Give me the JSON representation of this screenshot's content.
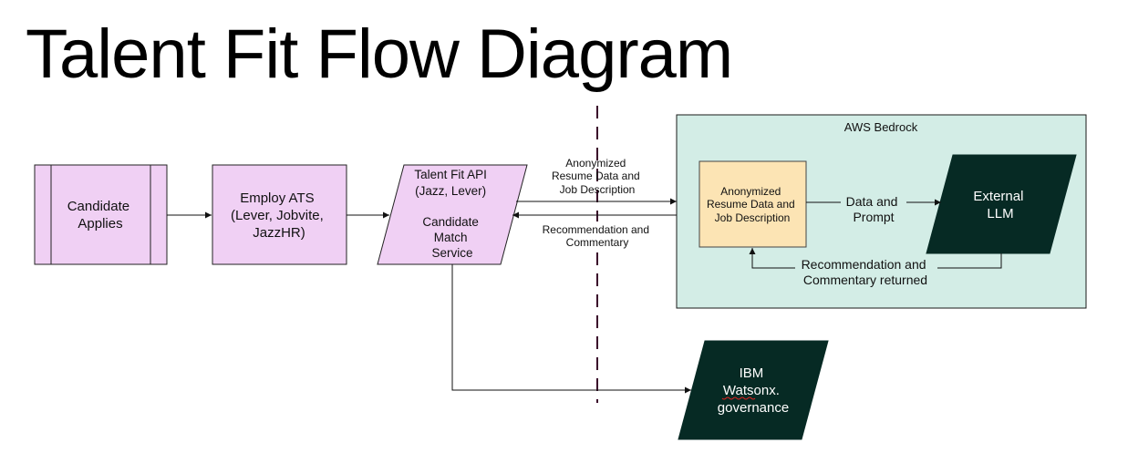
{
  "title": "Talent Fit Flow Diagram",
  "colors": {
    "process_fill": "#f0d0f4",
    "bedrock_fill": "#d3ede6",
    "anon_fill": "#fce4b4",
    "dark_fill": "#062a24",
    "bedrock_label": "#b060c8"
  },
  "nodes": {
    "candidate": {
      "lines": [
        "Candidate",
        "Applies"
      ]
    },
    "ats": {
      "lines": [
        "Employ ATS",
        "(Lever, Jobvite,",
        "JazzHR)"
      ]
    },
    "api": {
      "lines": [
        "Talent Fit API",
        "(Jazz, Lever)",
        "",
        "Candidate",
        "Match",
        "Service"
      ]
    },
    "bedrock": {
      "label": "AWS Bedrock"
    },
    "anon": {
      "lines": [
        "Anonymized",
        "Resume Data and",
        "Job Description"
      ]
    },
    "llm": {
      "lines": [
        "External",
        "LLM"
      ]
    },
    "ibm": {
      "lines": [
        "IBM",
        "Watsonx.",
        "governance"
      ]
    }
  },
  "edges": {
    "to_bedrock": {
      "lines": [
        "Anonymized",
        "Resume Data and",
        "Job Description"
      ]
    },
    "from_bedrock": {
      "lines": [
        "Recommendation and",
        "Commentary"
      ]
    },
    "to_llm": {
      "lines": [
        "Data and",
        "Prompt"
      ]
    },
    "from_llm": {
      "lines": [
        "Recommendation and",
        "Commentary returned"
      ]
    }
  }
}
